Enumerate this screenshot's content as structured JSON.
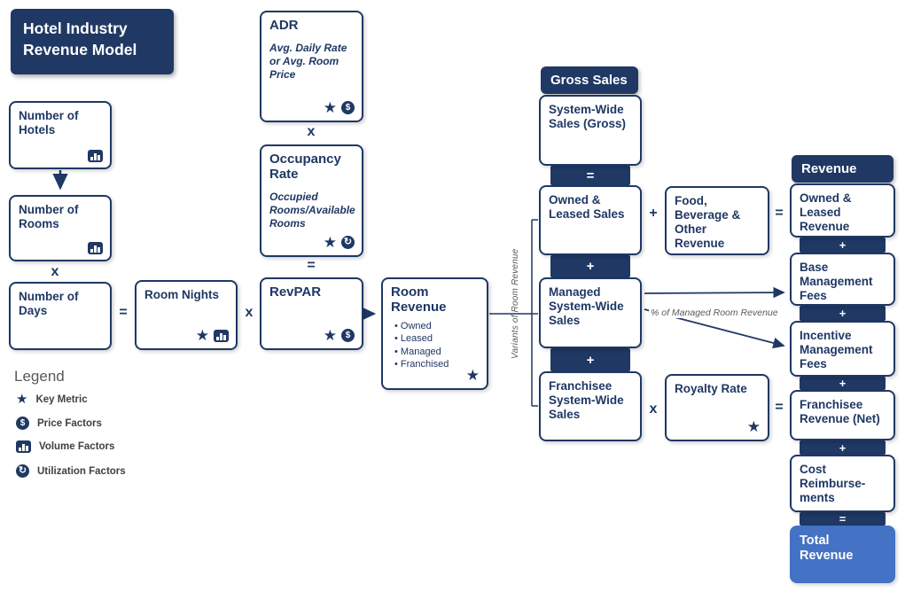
{
  "title": "Hotel Industry Revenue Model",
  "headers": {
    "gross_sales": "Gross Sales",
    "revenue": "Revenue"
  },
  "nodes": {
    "hotels": {
      "label": "Number of Hotels"
    },
    "rooms": {
      "label": "Number of Rooms"
    },
    "days": {
      "label": "Number of Days"
    },
    "room_nights": {
      "label": "Room Nights"
    },
    "adr": {
      "label": "ADR",
      "desc": "Avg. Daily Rate or Avg. Room Price"
    },
    "occupancy": {
      "label": "Occupancy Rate",
      "desc": "Occupied Rooms/Available Rooms"
    },
    "revpar": {
      "label": "RevPAR"
    },
    "room_revenue": {
      "label": "Room Revenue",
      "bullets": [
        "Owned",
        "Leased",
        "Managed",
        "Franchised"
      ]
    },
    "system_wide": {
      "label": "System-Wide Sales (Gross)"
    },
    "owned_leased_sales": {
      "label": "Owned & Leased Sales"
    },
    "managed_sales": {
      "label": "Managed System-Wide Sales"
    },
    "franchisee_sales": {
      "label": "Franchisee System-Wide Sales"
    },
    "food_beverage": {
      "label": "Food, Beverage & Other Revenue"
    },
    "royalty_rate": {
      "label": "Royalty Rate"
    },
    "owned_leased_revenue": {
      "label": "Owned & Leased Revenue"
    },
    "base_mgmt_fees": {
      "label": "Base Management Fees"
    },
    "incentive_mgmt_fees": {
      "label": "Incentive Management Fees"
    },
    "franchisee_revenue": {
      "label": "Franchisee Revenue (Net)"
    },
    "cost_reimbursements": {
      "label": "Cost Reimburse-ments"
    },
    "total_revenue": {
      "label": "Total Revenue"
    }
  },
  "operators": {
    "times": "x",
    "plus": "+",
    "equals": "="
  },
  "annotations": {
    "variants": "Variants of Room Revenue",
    "pct_managed": "% of Managed Room Revenue"
  },
  "legend": {
    "title": "Legend",
    "items": [
      {
        "icon": "star",
        "label": "Key Metric"
      },
      {
        "icon": "dollar",
        "label": "Price Factors"
      },
      {
        "icon": "volume",
        "label": "Volume Factors"
      },
      {
        "icon": "utilization",
        "label": "Utilization Factors"
      }
    ]
  },
  "icons": {
    "star": "★",
    "dollar": "$",
    "utilization": "↻"
  },
  "colors": {
    "navy": "#1f3864",
    "blue": "#4472c4",
    "gray": "#595959"
  }
}
